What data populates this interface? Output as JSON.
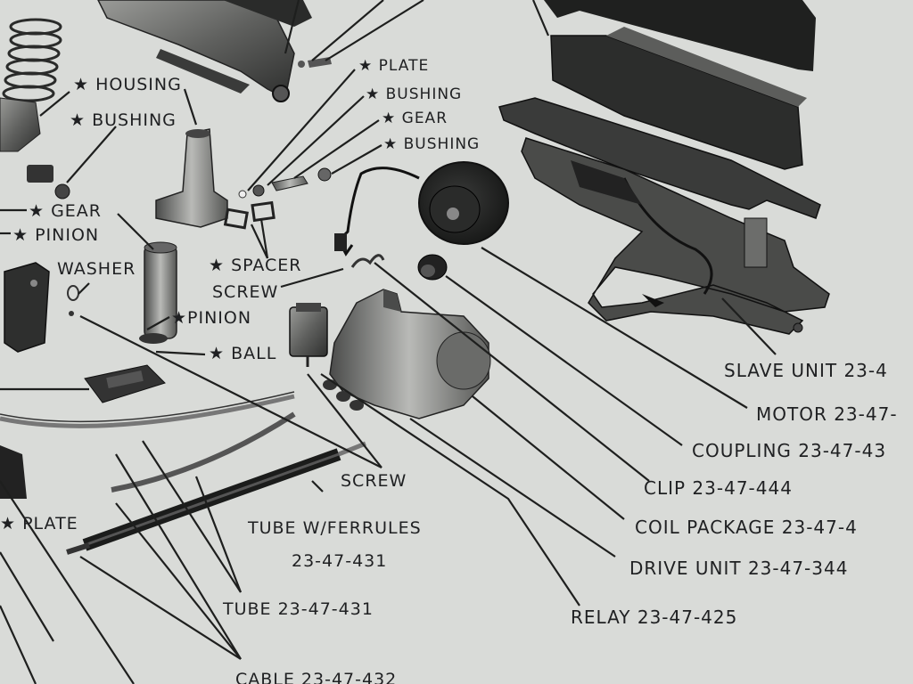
{
  "labels": {
    "housing": "★ HOUSING",
    "bushing_left": "★ BUSHING",
    "gear_left": "★ GEAR",
    "pinion_left": "★ PINION",
    "washer": "WASHER",
    "plate_top": "★ PLATE",
    "bushing_top": "★ BUSHING",
    "gear_top": "★ GEAR",
    "bushing_mid": "★ BUSHING",
    "spacer": "★ SPACER",
    "screw_top": "SCREW",
    "pinion_mid": "★PINION",
    "ball": "★ BALL",
    "plate_left": "★ PLATE",
    "screw_bottom": "SCREW",
    "tube_ferrules": "TUBE W/FERRULES",
    "tube_ferrules_num": "23-47-431",
    "tube": "TUBE 23-47-431",
    "cable": "CABLE 23-47-432",
    "slave_unit": "SLAVE UNIT 23-4",
    "motor": "MOTOR 23-47-",
    "coupling": "COUPLING 23-47-43",
    "clip": "CLIP 23-47-444",
    "coil_package": "COIL PACKAGE 23-47-4",
    "drive_unit": "DRIVE UNIT 23-47-344",
    "relay": "RELAY 23-47-425"
  }
}
